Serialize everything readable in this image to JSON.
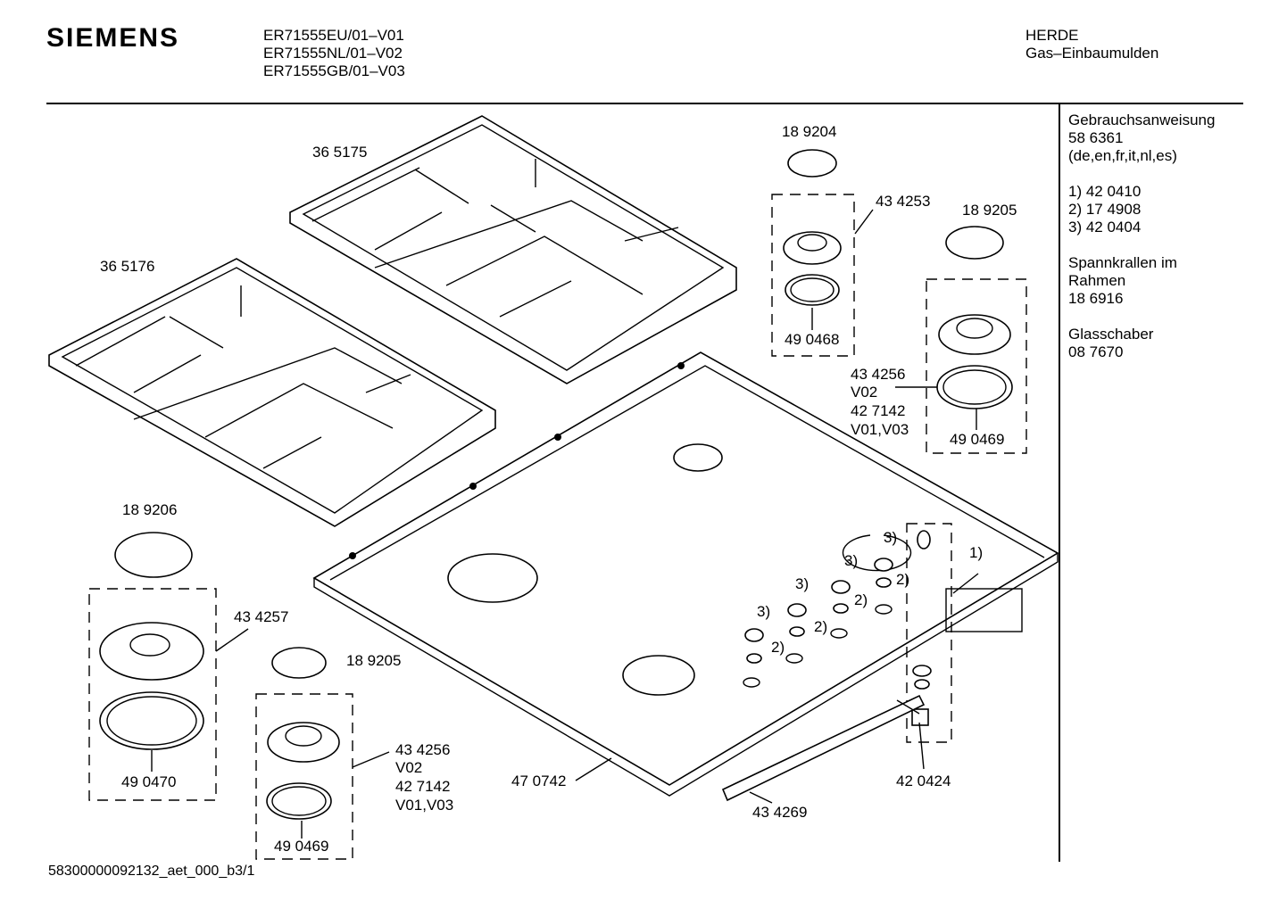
{
  "header": {
    "brand": "SIEMENS",
    "models": [
      "ER71555EU/01–V01",
      "ER71555NL/01–V02",
      "ER71555GB/01–V03"
    ],
    "category": "HERDE",
    "subcategory": "Gas–Einbaumulden"
  },
  "sidebar": {
    "manual_title": "Gebrauchsanweisung",
    "manual_number": "58 6361",
    "manual_langs": "(de,en,fr,it,nl,es)",
    "notes": [
      "1)  42 0410",
      "2)  17 4908",
      "3)  42 0404"
    ],
    "clamps_line1": "Spannkrallen im",
    "clamps_line2": "Rahmen",
    "clamps_number": "18 6916",
    "scraper_title": "Glasschaber",
    "scraper_number": "08 7670"
  },
  "parts": {
    "grid_right": "36 5175",
    "grid_left": "36 5176",
    "cap_top": "18 9204",
    "burner_top": "43 4253",
    "ring_top": "49 0468",
    "cap_right": "18 9205",
    "burner_right_1": "43 4256",
    "burner_right_2": "V02",
    "burner_right_3": "42 7142",
    "burner_right_4": "V01,V03",
    "ring_right": "49 0469",
    "cap_large": "18 9206",
    "burner_large": "43 4257",
    "ring_large": "49 0470",
    "cap_small": "18 9205",
    "burner_small_1": "43 4256",
    "burner_small_2": "V02",
    "burner_small_3": "42 7142",
    "burner_small_4": "V01,V03",
    "ring_small": "49 0469",
    "hob": "47 0742",
    "rail": "43 4269",
    "ignition": "42 0424",
    "note1": "1)",
    "note2": "2)",
    "note3": "3)"
  },
  "footer": "58300000092132_aet_000_b3/1"
}
